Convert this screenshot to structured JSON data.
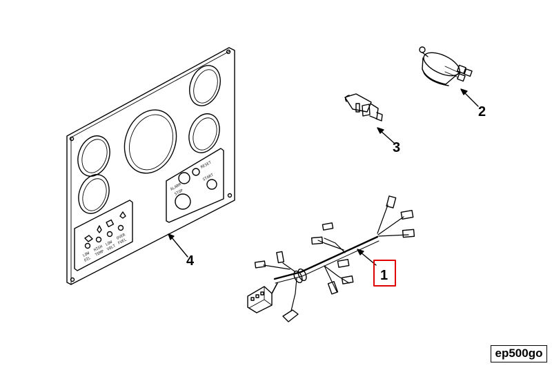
{
  "callouts": {
    "harness": "1",
    "pressure_sender": "2",
    "temp_sender": "3",
    "panel": "4"
  },
  "panel_labels": {
    "alarm": "ALARM",
    "reset": "RESET",
    "stop": "STOP",
    "start": "START",
    "low_oil": [
      "LOW",
      "OIL"
    ],
    "hi_temp": [
      "HIGH",
      "TEMP"
    ],
    "low_volt": [
      "LOW",
      "VOLT"
    ],
    "over_fuel": [
      "OVER",
      "FUEL"
    ]
  },
  "highlight_color": "#e00000",
  "figure_id": "ep500go"
}
